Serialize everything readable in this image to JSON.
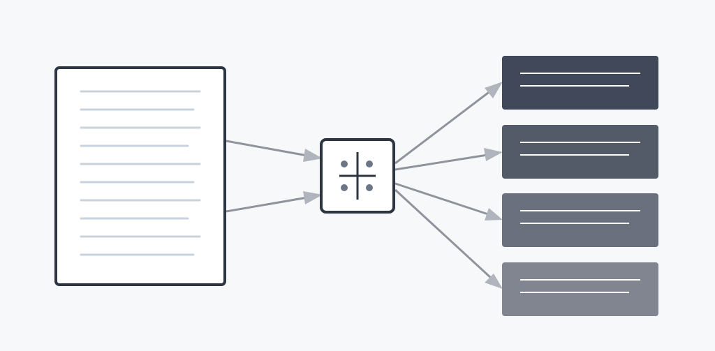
{
  "diagram": {
    "kind": "flow",
    "source": {
      "name": "source-document",
      "text_lines": 10,
      "outline_color": "#2d3543",
      "line_color": "#c9d3de"
    },
    "hub": {
      "name": "split-node",
      "symbol": "cross-with-four-dots",
      "outline_color": "#2d3543",
      "dot_color": "#6b7686"
    },
    "outputs": [
      {
        "name": "output-block-1",
        "fill": "#404859",
        "text_lines": 2
      },
      {
        "name": "output-block-2",
        "fill": "#535a68",
        "text_lines": 2
      },
      {
        "name": "output-block-3",
        "fill": "#6a707d",
        "text_lines": 2
      },
      {
        "name": "output-block-4",
        "fill": "#808590",
        "text_lines": 2
      }
    ],
    "connectors": {
      "source_to_hub": 2,
      "hub_to_outputs": 4,
      "color": "#8e939c",
      "arrowhead_color": "#b0b5bd"
    }
  }
}
